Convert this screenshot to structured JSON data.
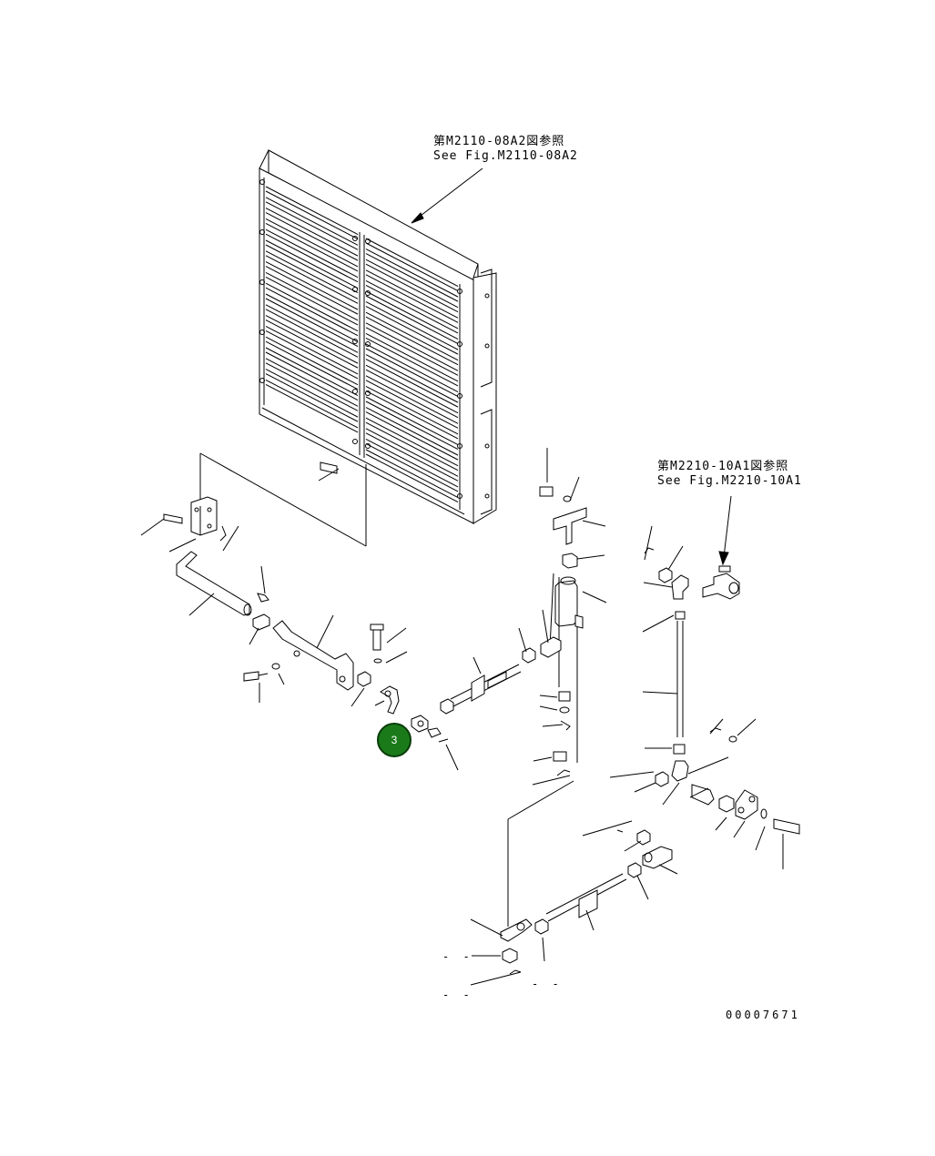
{
  "references": {
    "louver": {
      "jp": "第M2110-08A2図参照",
      "en": "See Fig.M2110-08A2"
    },
    "lever": {
      "jp": "第M2210-10A1図参照",
      "en": "See Fig.M2210-10A1"
    }
  },
  "callouts": [
    {
      "label": "3",
      "color": "#1a7a1a"
    }
  ],
  "drawing_code": "00007671",
  "dashes": [
    "- -",
    "- -",
    "- -"
  ],
  "colors": {
    "line": "#000000",
    "callout_fill": "#1a7a1a",
    "background": "#ffffff"
  }
}
